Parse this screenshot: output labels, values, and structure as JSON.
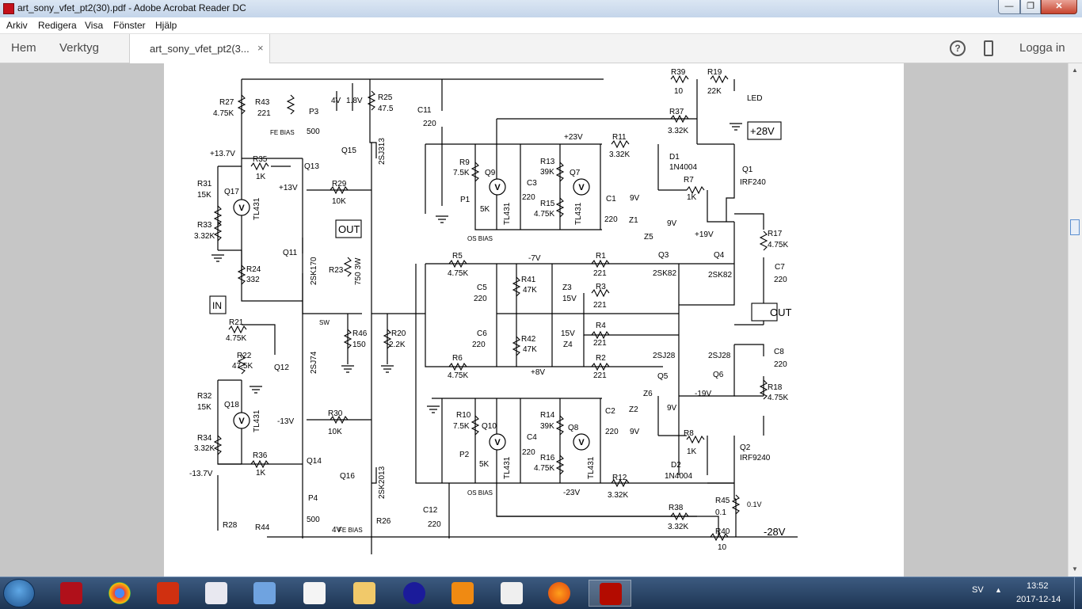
{
  "window": {
    "title": "art_sony_vfet_pt2(30).pdf - Adobe Acrobat Reader DC",
    "minimize_glyph": "—",
    "maximize_glyph": "❐",
    "close_glyph": "✕"
  },
  "menu": [
    "Arkiv",
    "Redigera",
    "Visa",
    "Fönster",
    "Hjälp"
  ],
  "toolbar": {
    "home": "Hem",
    "tools": "Verktyg",
    "doc_tab": "art_sony_vfet_pt2(3...",
    "doc_tab_close": "×",
    "help_glyph": "?",
    "login": "Logga in"
  },
  "schematic_labels": {
    "R27": "R27",
    "R27v": "4.75K",
    "R43": "R43",
    "R43v": "221",
    "P3": "P3",
    "P3v": "500",
    "fe_bias": "FE BIAS",
    "v4": "4V",
    "v18": "1.8V",
    "R25": "R25",
    "R25v": "47.5",
    "Q15": "Q15",
    "Q15t": "2SJ313",
    "v137": "+13.7V",
    "R35": "R35",
    "R35v": "1K",
    "Q13": "Q13",
    "R31": "R31",
    "R31v": "15K",
    "Q17": "Q17",
    "tl431": "TL431",
    "R29": "R29",
    "R29v": "10K",
    "v13": "+13V",
    "R33": "R33",
    "R33v": "3.32K",
    "OUT": "OUT",
    "R23": "R23",
    "R23v": "750 3W",
    "Q11": "Q11",
    "Q11t": "2SK170",
    "R24": "R24",
    "R24v": "332",
    "IN": "IN",
    "SW": "SW",
    "R21": "R21",
    "R21v": "4.75K",
    "R46": "R46",
    "R46v": "150",
    "R20": "R20",
    "R20v": "2.2K",
    "R22": "R22",
    "R22v": "47.5K",
    "Q12": "Q12",
    "Q12t": "2SJ74",
    "R32": "R32",
    "R32v": "15K",
    "Q18": "Q18",
    "vm13": "-13V",
    "R30": "R30",
    "R30v": "10K",
    "R34": "R34",
    "R34v": "3.32K",
    "R36": "R36",
    "R36v": "1K",
    "Q14": "Q14",
    "vm137": "-13.7V",
    "Q16": "Q16",
    "Q16t": "2SK2013",
    "P4": "P4",
    "P4v": "500",
    "R28": "R28",
    "R44": "R44",
    "v221b": "221",
    "R26": "R26",
    "C11": "C11",
    "C11v": "220",
    "R39": "R39",
    "R39v": "10",
    "R19": "R19",
    "R19v": "22K",
    "LED": "LED",
    "R37": "R37",
    "R37v": "3.32K",
    "p28": "+28V",
    "R9": "R9",
    "R9v": "7.5K",
    "Q9": "Q9",
    "C3": "C3",
    "C3v": "220",
    "p23": "+23V",
    "R13": "R13",
    "R13v": "39K",
    "Q7": "Q7",
    "R11": "R11",
    "R11v": "3.32K",
    "D1": "D1",
    "D1t": "1N4004",
    "Q1": "Q1",
    "Q1t": "IRF240",
    "R7": "R7",
    "R7v": "1K",
    "P1": "P1",
    "P1v": "5K",
    "R15": "R15",
    "R15v": "4.75K",
    "C1": "C1",
    "C1v": "220",
    "v9": "9V",
    "Z1": "Z1",
    "Z5": "Z5",
    "os_bias": "OS BIAS",
    "p19": "+19V",
    "R17": "R17",
    "R17v": "4.75K",
    "R5": "R5",
    "R5v": "4.75K",
    "m7": "-7V",
    "R1": "R1",
    "R1v": "221",
    "Q3": "Q3",
    "Q4": "Q4",
    "C7": "C7",
    "C7v": "220",
    "C5": "C5",
    "C5v": "220",
    "R41": "R41",
    "R41v": "47K",
    "Z3": "Z3",
    "v15": "15V",
    "R3": "R3",
    "R3v": "221",
    "sk82": "2SK82",
    "C6": "C6",
    "C6v": "220",
    "R42": "R42",
    "R42v": "47K",
    "R4": "R4",
    "R4v": "221",
    "Z4": "Z4",
    "R6": "R6",
    "R6v": "4.75K",
    "p8": "+8V",
    "R2": "R2",
    "R2v": "221",
    "sj28": "2SJ28",
    "Q5": "Q5",
    "Q6": "Q6",
    "C8": "C8",
    "C8v": "220",
    "Z6": "Z6",
    "m19": "-19V",
    "R18": "R18",
    "R18v": "4.75K",
    "R10": "R10",
    "R10v": "7.5K",
    "Q10": "Q10",
    "C4": "C4",
    "C4v": "220",
    "R14": "R14",
    "R14v": "39K",
    "Q8": "Q8",
    "C2": "C2",
    "C2v": "220",
    "Z2": "Z2",
    "R8": "R8",
    "R8v": "1K",
    "Q2": "Q2",
    "Q2t": "IRF9240",
    "P2": "P2",
    "P2v": "5K",
    "R16": "R16",
    "R16v": "4.75K",
    "D2": "D2",
    "D2t": "1N4004",
    "m23": "-23V",
    "R12": "R12",
    "R12v": "3.32K",
    "R45": "R45",
    "R45v": "0.1",
    "v01": "0.1V",
    "C12": "C12",
    "C12v": "220",
    "R38": "R38",
    "R38v": "3.32K",
    "R40": "R40",
    "R40v": "10",
    "m28": "-28V",
    "vV": "V"
  },
  "taskbar": {
    "apps": [
      "start-orb",
      "app-dotgrid",
      "chrome",
      "bios",
      "calc-tool",
      "media-player",
      "curve-tool",
      "file-explorer",
      "headphones",
      "vlc",
      "java",
      "firefox",
      "adobe-reader"
    ],
    "language": "SV",
    "tray_arrow": "▲",
    "time": "13:52",
    "date": "2017-12-14"
  }
}
